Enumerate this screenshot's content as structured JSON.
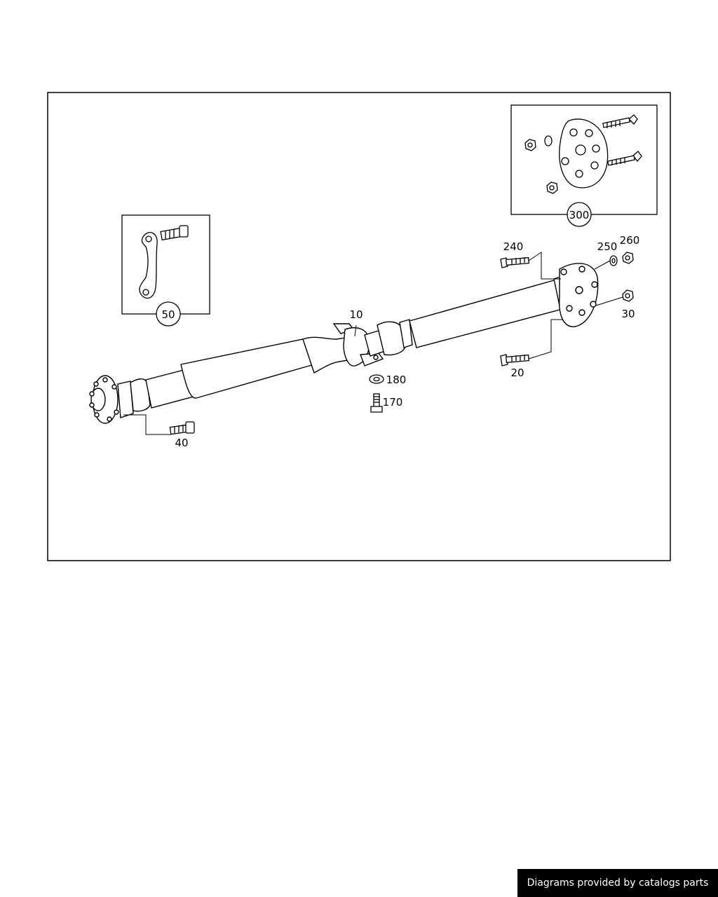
{
  "diagram": {
    "callouts": {
      "c10": "10",
      "c20": "20",
      "c30": "30",
      "c40": "40",
      "c50": "50",
      "c170": "170",
      "c180": "180",
      "c240": "240",
      "c250": "250",
      "c260": "260",
      "c300": "300"
    }
  },
  "footer": {
    "text": "Diagrams provided by catalogs parts"
  },
  "colors": {
    "line": "#000000",
    "background": "#ffffff",
    "footer_bg": "#000000",
    "footer_text": "#ffffff"
  }
}
